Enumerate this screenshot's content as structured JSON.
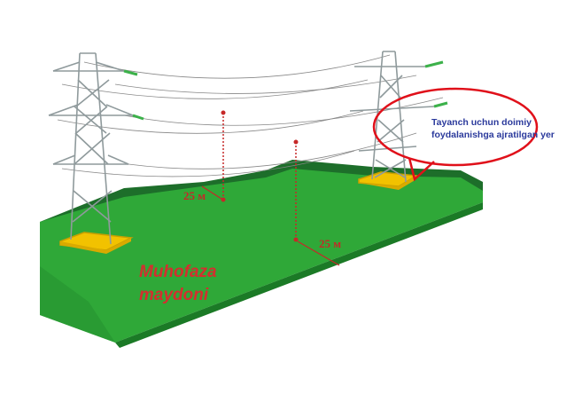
{
  "labels": {
    "distance_left": "25 м",
    "distance_right": "25 м",
    "zone_line1": "Muhofaza",
    "zone_line2": "maydoni",
    "callout_line1": "Tayanch uchun doimiy",
    "callout_line2": "foydalanishga ajratilgan yer"
  },
  "colors": {
    "field": "#2fa838",
    "field_dark": "#1d6e2a",
    "base": "#f2c200",
    "tower": "#8f9a9c",
    "marker": "#c62828",
    "callout_border": "#e0101a"
  }
}
